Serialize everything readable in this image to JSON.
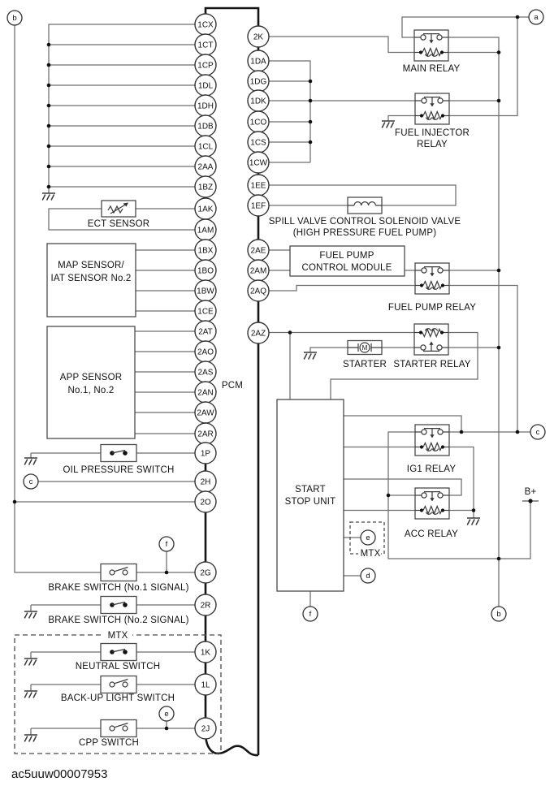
{
  "figure_code": "ac5uuw00007953",
  "pcm": {
    "label": "PCM",
    "left_pins": [
      "1CX",
      "1CT",
      "1CP",
      "1DL",
      "1DH",
      "1DB",
      "1CL",
      "2AA",
      "1BZ",
      "1AK",
      "1AM",
      "1BX",
      "1BO",
      "1BW",
      "1CE",
      "2AT",
      "2AO",
      "2AS",
      "2AN",
      "2AW",
      "2AR",
      "1P",
      "2H",
      "2O",
      "2G",
      "2R",
      "1K",
      "1L",
      "2J"
    ],
    "right_pins": [
      "2K",
      "1DA",
      "1DG",
      "1DK",
      "1CO",
      "1CS",
      "1CW",
      "1EE",
      "1EF",
      "2AE",
      "2AM",
      "2AQ",
      "2AZ"
    ]
  },
  "connectors": {
    "a": "a",
    "b": "b",
    "c": "c",
    "d": "d",
    "e": "e",
    "f": "f"
  },
  "components": {
    "ect_sensor": "ECT SENSOR",
    "map_sensor_line1": "MAP SENSOR/",
    "map_sensor_line2": "IAT SENSOR No.2",
    "app_sensor_line1": "APP SENSOR",
    "app_sensor_line2": "No.1, No.2",
    "oil_pressure_switch": "OIL PRESSURE SWITCH",
    "brake_switch_1": "BRAKE SWITCH (No.1 SIGNAL)",
    "brake_switch_2": "BRAKE SWITCH (No.2 SIGNAL)",
    "mtx_group": "MTX",
    "mtx_small": "MTX",
    "neutral_switch": "NEUTRAL SWITCH",
    "backup_light_switch": "BACK-UP LIGHT SWITCH",
    "cpp_switch": "CPP SWITCH",
    "main_relay": "MAIN RELAY",
    "fuel_injector_relay_line1": "FUEL INJECTOR",
    "fuel_injector_relay_line2": "RELAY",
    "spill_valve_line1": "SPILL VALVE CONTROL SOLENOID VALVE",
    "spill_valve_line2": "(HIGH PRESSURE FUEL PUMP)",
    "fuel_pump_module_line1": "FUEL PUMP",
    "fuel_pump_module_line2": "CONTROL MODULE",
    "fuel_pump_relay": "FUEL PUMP RELAY",
    "starter": "STARTER",
    "starter_relay": "STARTER RELAY",
    "start_stop_unit_line1": "START",
    "start_stop_unit_line2": "STOP UNIT",
    "ig1_relay": "IG1 RELAY",
    "acc_relay": "ACC RELAY",
    "battery": "B+"
  }
}
